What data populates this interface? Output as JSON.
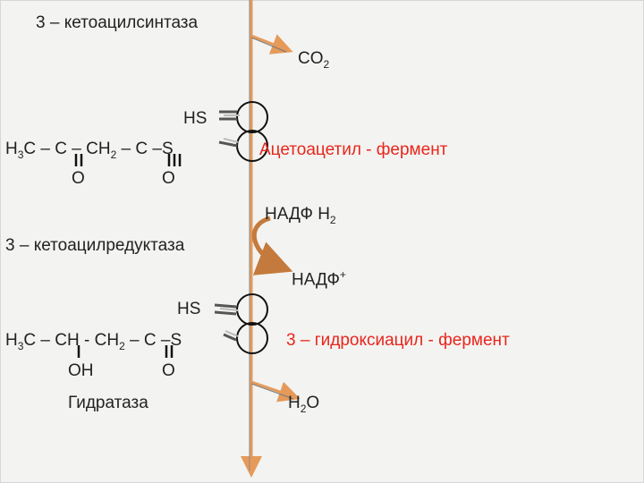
{
  "colors": {
    "axis_line": "#e59a5a",
    "accent_red": "#e8261c",
    "arrow_gray": "#b0b0b0"
  },
  "step1": {
    "enzyme": "3 – кетоацилсинтаза",
    "byproduct_main": "CO",
    "byproduct_sub": "2",
    "hs": "HS",
    "f_h": "H",
    "f_3": "3",
    "f_c": "C",
    "f_d1": " – ",
    "f_c2": "C",
    "f_d2": " – ",
    "f_ch": "CH",
    "f_2": "2",
    "f_d3": " – ",
    "f_c3": "C",
    "f_s": " –S",
    "o1": "O",
    "o2": "O",
    "product": "Ацетоацетил - фермент"
  },
  "step2": {
    "cofactor_in_a": "НАДФ Н",
    "cofactor_in_b": "2",
    "enzyme": "3 – кетоацилредуктаза",
    "cofactor_out_a": "НАДФ",
    "cofactor_out_b": "+"
  },
  "step3": {
    "hs": "HS",
    "f_h": "H",
    "f_3": "3",
    "f_c": "C – ",
    "f_ch": "CH",
    "f_mid": " - CH",
    "f_2": "2",
    "f_d": " – C",
    "f_s": " –S",
    "oh": "OH",
    "o": "O",
    "product": "3 – гидроксиацил - фермент",
    "enzyme": "Гидратаза",
    "water_a": "H",
    "water_b": "2",
    "water_c": "O"
  },
  "icons": [
    "enzyme-circle-icon",
    "bond-arrow-icon",
    "curved-arrow-icon"
  ]
}
